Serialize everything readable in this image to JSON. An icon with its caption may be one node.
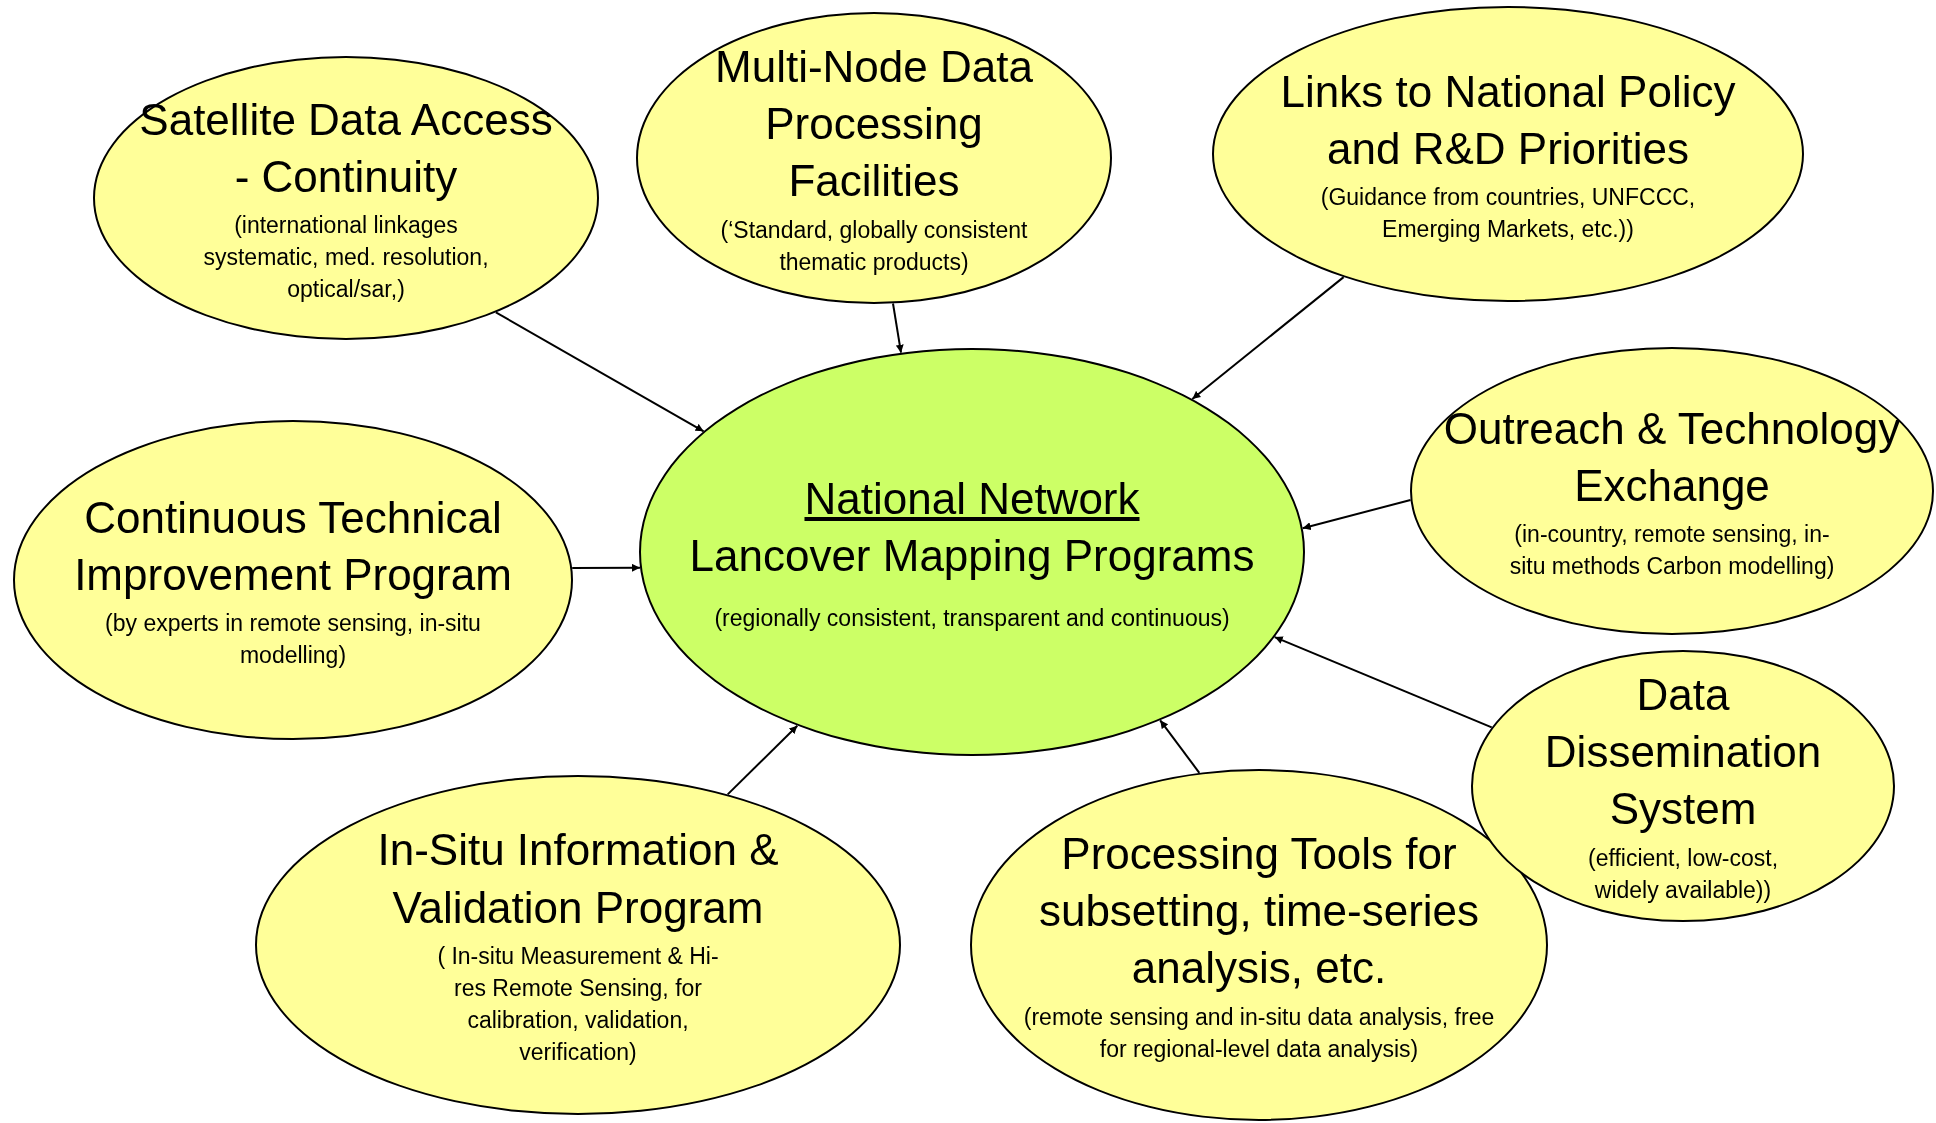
{
  "diagram": {
    "nodes": [
      {
        "text": [
          "Satellite Data Access - Continuity",
          "(international linkages systematic, med. resolution, optical/sar,)"
        ]
      },
      {
        "text": [
          "Multi-Node Data Processing Facilities",
          "(‘Standard, globally consistent thematic products)"
        ]
      },
      {
        "text": [
          "Links to National Policy  and R&D Priorities",
          "(Guidance from countries, UNFCCC, Emerging Markets, etc.))"
        ]
      },
      {
        "text": [
          "Continuous Technical Improvement Program",
          "(by experts in remote sensing, in-situ modelling)"
        ]
      },
      {
        "text": [
          "National Network",
          "Lancover Mapping Programs",
          "(regionally consistent, transparent and continuous)"
        ]
      },
      {
        "text": [
          "Outreach & Technology Exchange",
          "(in-country, remote sensing, in-situ methods Carbon modelling)"
        ]
      },
      {
        "text": [
          "Data Dissemination System",
          "(efficient, low-cost, widely available))"
        ]
      },
      {
        "text": [
          "In-Situ Information & Validation Program",
          "( In-situ Measurement & Hi-res Remote Sensing, for calibration, validation, verification)"
        ]
      },
      {
        "text": [
          "Processing Tools for subsetting, time-series analysis, etc.",
          "(remote sensing and in-situ data analysis, free for regional-level data analysis)"
        ]
      }
    ],
    "edges": [
      {
        "from": 0,
        "to": 4,
        "arrow": "to"
      },
      {
        "from": 1,
        "to": 4,
        "arrow": "to"
      },
      {
        "from": 2,
        "to": 4,
        "arrow": "to"
      },
      {
        "from": 3,
        "to": 4,
        "arrow": "to"
      },
      {
        "from": 5,
        "to": 4,
        "arrow": "to"
      },
      {
        "from": 6,
        "to": 4,
        "arrow": "to"
      },
      {
        "from": 7,
        "to": 4,
        "arrow": "to"
      },
      {
        "from": 8,
        "to": 4,
        "arrow": "to"
      }
    ]
  }
}
